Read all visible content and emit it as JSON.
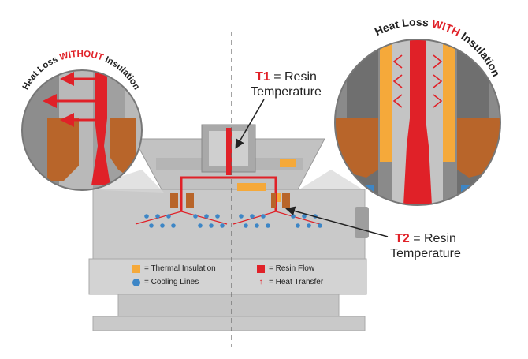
{
  "callouts": {
    "t1": {
      "tag": "T1",
      "rest": "= Resin",
      "line2": "Temperature"
    },
    "t2": {
      "tag": "T2",
      "rest": "= Resin",
      "line2": "Temperature"
    }
  },
  "zoom_left": {
    "prefix": "Heat Loss ",
    "emph": "WITHOUT",
    "suffix": " Insulation"
  },
  "zoom_right": {
    "prefix": "Heat Loss ",
    "emph": "WITH",
    "suffix": " Insulation"
  },
  "legend": {
    "thermal_insulation": "= Thermal Insulation",
    "cooling_lines": "= Cooling Lines",
    "resin_flow": "= Resin Flow",
    "heat_transfer": "= Heat Transfer"
  },
  "colors": {
    "insulation": "#f5a93a",
    "cooling": "#3d86c6",
    "resin": "#e02128",
    "steel": "#bcbcbc",
    "steel_dark": "#8f8f8f",
    "copper": "#b8652a"
  }
}
